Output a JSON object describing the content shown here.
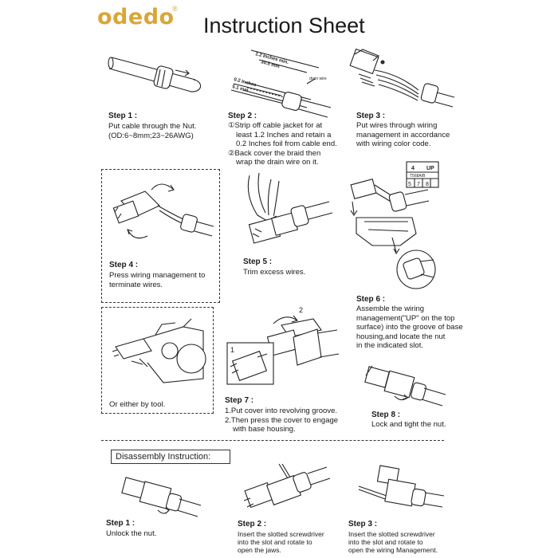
{
  "header": {
    "logo": "odedo",
    "registered": "®",
    "title": "Instruction Sheet"
  },
  "steps": [
    {
      "title": "Step 1 :",
      "lines": [
        "Put cable through the Nut.",
        "(OD:6~8mm;23~26AWG)"
      ]
    },
    {
      "title": "Step 2 :",
      "lines": [
        "①Strip off cable jacket for at",
        "least 1.2 Inches and retain a",
        "0.2 Inches foil from cable end.",
        "②Back cover the braid then",
        "wrap the drain wire on it."
      ],
      "labels": {
        "l1": "1.2 Inches min.",
        "l2": "30.5 mm",
        "l3": "0.2 Inches",
        "l4": "5.1 mm",
        "drain": "drain wire"
      }
    },
    {
      "title": "Step 3 :",
      "lines": [
        "Put wires through wiring",
        "management in accordance",
        "with wiring color code."
      ]
    },
    {
      "title": "Step 4 :",
      "lines": [
        "Press wiring management to",
        "terminate wires."
      ]
    },
    {
      "title": "Step 5 :",
      "lines": [
        "Trim excess wires."
      ]
    },
    {
      "title": "Step 6 :",
      "lines": [
        "Assemble the wiring",
        "management(\"UP\" on the top",
        "surface) into the groove of base",
        "housing,and locate the nut",
        "in the indicated slot."
      ],
      "labels": {
        "up": "UP",
        "code": "T568A/B",
        "n1": "4",
        "n2": "5",
        "n3": "7",
        "n4": "8"
      }
    },
    {
      "title": "Step 7 :",
      "lines": [
        "1.Put cover into revolving groove.",
        "2.Then press the cover to engage",
        "   with base housing."
      ],
      "labels": {
        "one": "1",
        "two": "2"
      }
    },
    {
      "title": "Step 8 :",
      "lines": [
        "Lock and tight the nut."
      ]
    }
  ],
  "tool_note": "Or either by tool.",
  "disassembly": {
    "heading": "Disassembly Instruction:",
    "steps": [
      {
        "title": "Step 1 :",
        "lines": [
          "Unlock the nut."
        ]
      },
      {
        "title": "Step 2 :",
        "lines": [
          "Insert the slotted screwdriver",
          "into the slot and rotate to",
          "open the jaws."
        ]
      },
      {
        "title": "Step 3 :",
        "lines": [
          "Insert the slotted screwdriver",
          "into the slot and rotate to",
          "open the wiring Management."
        ]
      }
    ]
  }
}
